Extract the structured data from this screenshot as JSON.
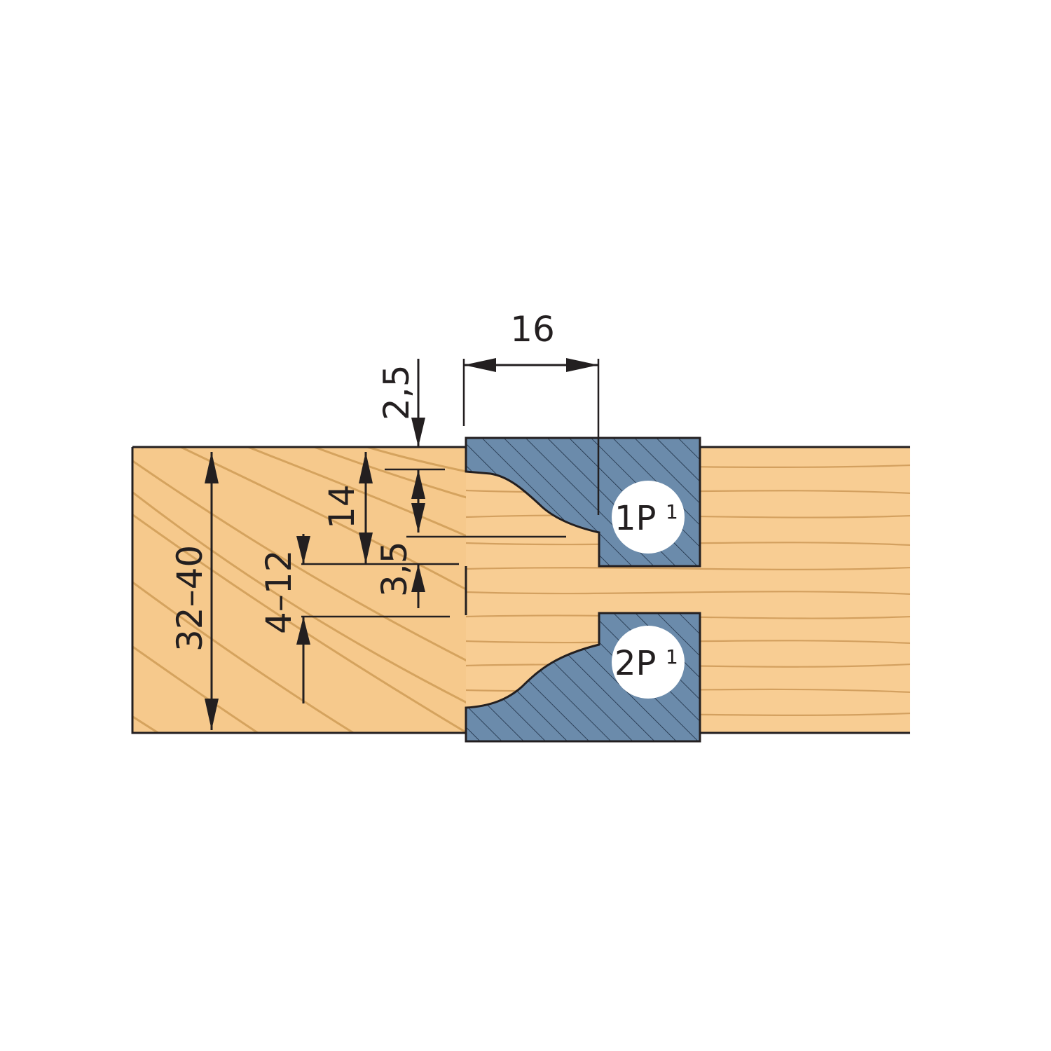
{
  "colors": {
    "wood": "#f6c98c",
    "wood_grain": "#c9954f",
    "cutter": "#6b8bab",
    "cutter_hatch": "#1e2f44",
    "line": "#231f20",
    "badge": "#ffffff"
  },
  "dimensions": {
    "width_16": "16",
    "top_offset": "2,5",
    "profile_depth": "14",
    "groove_offset": "3,5",
    "groove_width": "4–12",
    "thickness": "32–40"
  },
  "cutters": {
    "upper": {
      "label": "1P",
      "superscript": "1"
    },
    "lower": {
      "label": "2P",
      "superscript": "1"
    }
  }
}
